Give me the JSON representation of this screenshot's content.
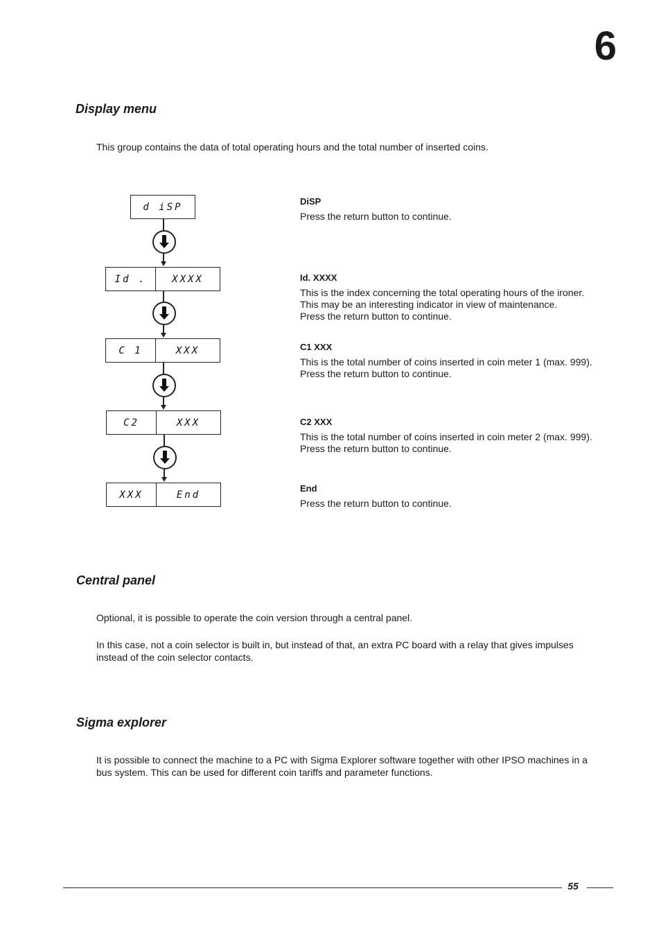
{
  "chapter_number": "6",
  "sections": {
    "display_menu": {
      "heading": "Display menu",
      "intro": "This group contains the data of total operating hours and the total number of inserted coins."
    },
    "central_panel": {
      "heading": "Central panel",
      "para1": "Optional, it is possible to operate the coin version through a central panel.",
      "para2_line1": "In this case, not a coin selector is built in, but instead of that, an extra PC board with a relay that gives impulses",
      "para2_line2": "instead of the coin selector contacts."
    },
    "sigma_explorer": {
      "heading": "Sigma explorer",
      "para_line1": "It is possible to connect the machine to a PC with Sigma Explorer software together with other IPSO machines in a",
      "para_line2": "bus system. This can be used for different coin tariffs and parameter functions."
    }
  },
  "diagram": {
    "displays": [
      {
        "left": "d iSP"
      },
      {
        "left": "Id .",
        "right": "XXXX"
      },
      {
        "left": "C 1",
        "right": "XXX"
      },
      {
        "left": "C2",
        "right": "XXX"
      },
      {
        "left": "XXX",
        "right": "End"
      }
    ],
    "button_icon": "down-arrow-icon"
  },
  "descriptions": [
    {
      "title": "DiSP",
      "lines": [
        "Press the return button to continue."
      ]
    },
    {
      "title": "Id. XXXX",
      "lines": [
        "This is the index concerning the total operating hours of the ironer.",
        "This may be an interesting indicator in view of maintenance.",
        "Press the return button to continue."
      ]
    },
    {
      "title": "C1 XXX",
      "lines": [
        "This is the total number of coins inserted in coin meter 1 (max. 999).",
        "Press the return button to continue."
      ]
    },
    {
      "title": "C2 XXX",
      "lines": [
        "This is the total number of coins inserted in coin meter 2 (max. 999).",
        "Press the return button to continue."
      ]
    },
    {
      "title": "End",
      "lines": [
        "Press the return button to continue."
      ]
    }
  ],
  "footer": {
    "page_number": "55"
  }
}
